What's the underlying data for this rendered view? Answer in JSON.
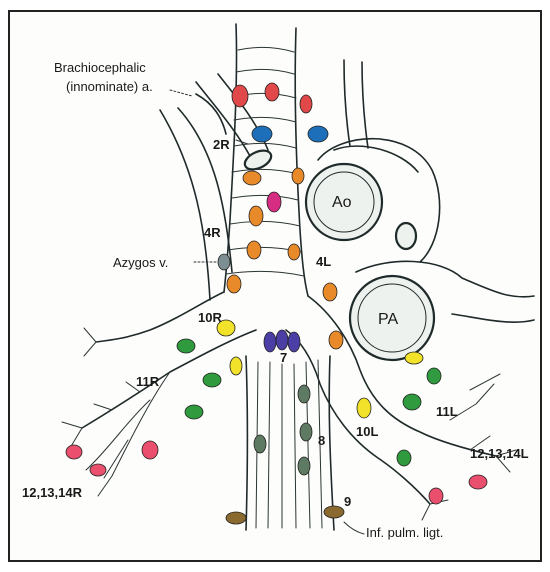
{
  "labels": {
    "brachiocephalic_1": "Brachiocephalic",
    "brachiocephalic_2": "(innominate) a.",
    "azygos": "Azygos v.",
    "inf_pulm": "Inf. pulm. ligt.",
    "aorta": "Ao",
    "pulmonary_artery": "PA"
  },
  "stations": {
    "s2R": "2R",
    "s4R": "4R",
    "s4L": "4L",
    "s10R": "10R",
    "s11R": "11R",
    "s12R": "12,13,14R",
    "s7": "7",
    "s8": "8",
    "s9": "9",
    "s10L": "10L",
    "s11L": "11L",
    "s12L": "12,13,14L"
  },
  "colors": {
    "red": "#e0484a",
    "blue": "#1c6fb8",
    "magenta": "#d62d82",
    "orange": "#e98a2a",
    "yellow": "#f2e22a",
    "green": "#2f9a3e",
    "purple": "#4b3fa6",
    "gray_green": "#5f7a62",
    "brown": "#8a6a2e",
    "pink": "#ea4f6e"
  }
}
